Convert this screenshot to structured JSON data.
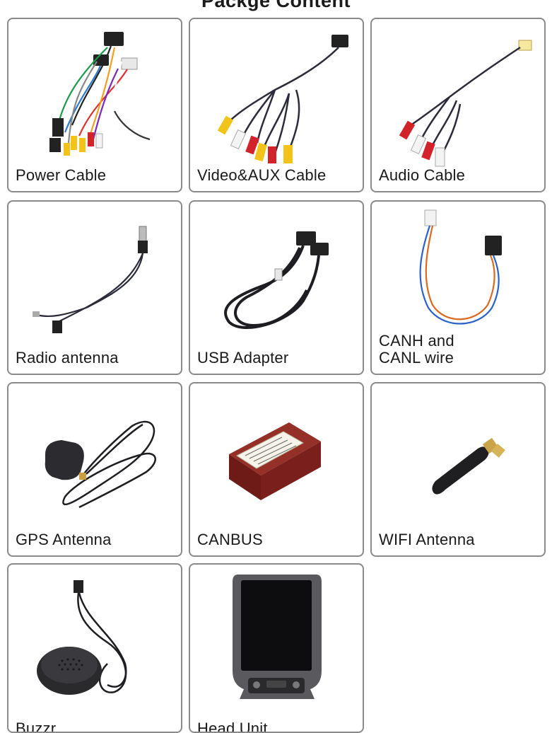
{
  "page": {
    "title": "Packge Content"
  },
  "items": [
    {
      "label": "Power Cable",
      "icon": "power-cable-icon"
    },
    {
      "label": "Video&AUX Cable",
      "icon": "video-aux-cable-icon"
    },
    {
      "label": "Audio Cable",
      "icon": "audio-cable-icon"
    },
    {
      "label": "Radio antenna",
      "icon": "radio-antenna-icon"
    },
    {
      "label": "USB Adapter",
      "icon": "usb-adapter-icon"
    },
    {
      "label_line1": "CANH and",
      "label_line2": "CANL wire",
      "icon": "canh-canl-wire-icon"
    },
    {
      "label": "GPS Antenna",
      "icon": "gps-antenna-icon"
    },
    {
      "label": "CANBUS",
      "icon": "canbus-box-icon"
    },
    {
      "label": "WIFI Antenna",
      "icon": "wifi-antenna-icon"
    },
    {
      "label": "Buzzr",
      "icon": "buzzer-icon"
    },
    {
      "label": "Head Unit",
      "icon": "head-unit-icon"
    }
  ],
  "colors": {
    "card_border": "#8a8a8a",
    "text": "#1a1a1a",
    "rca_red": "#d2232a",
    "rca_yellow": "#f2c318",
    "rca_white": "#f4f4f4",
    "canbus_box": "#7a1f1c"
  }
}
